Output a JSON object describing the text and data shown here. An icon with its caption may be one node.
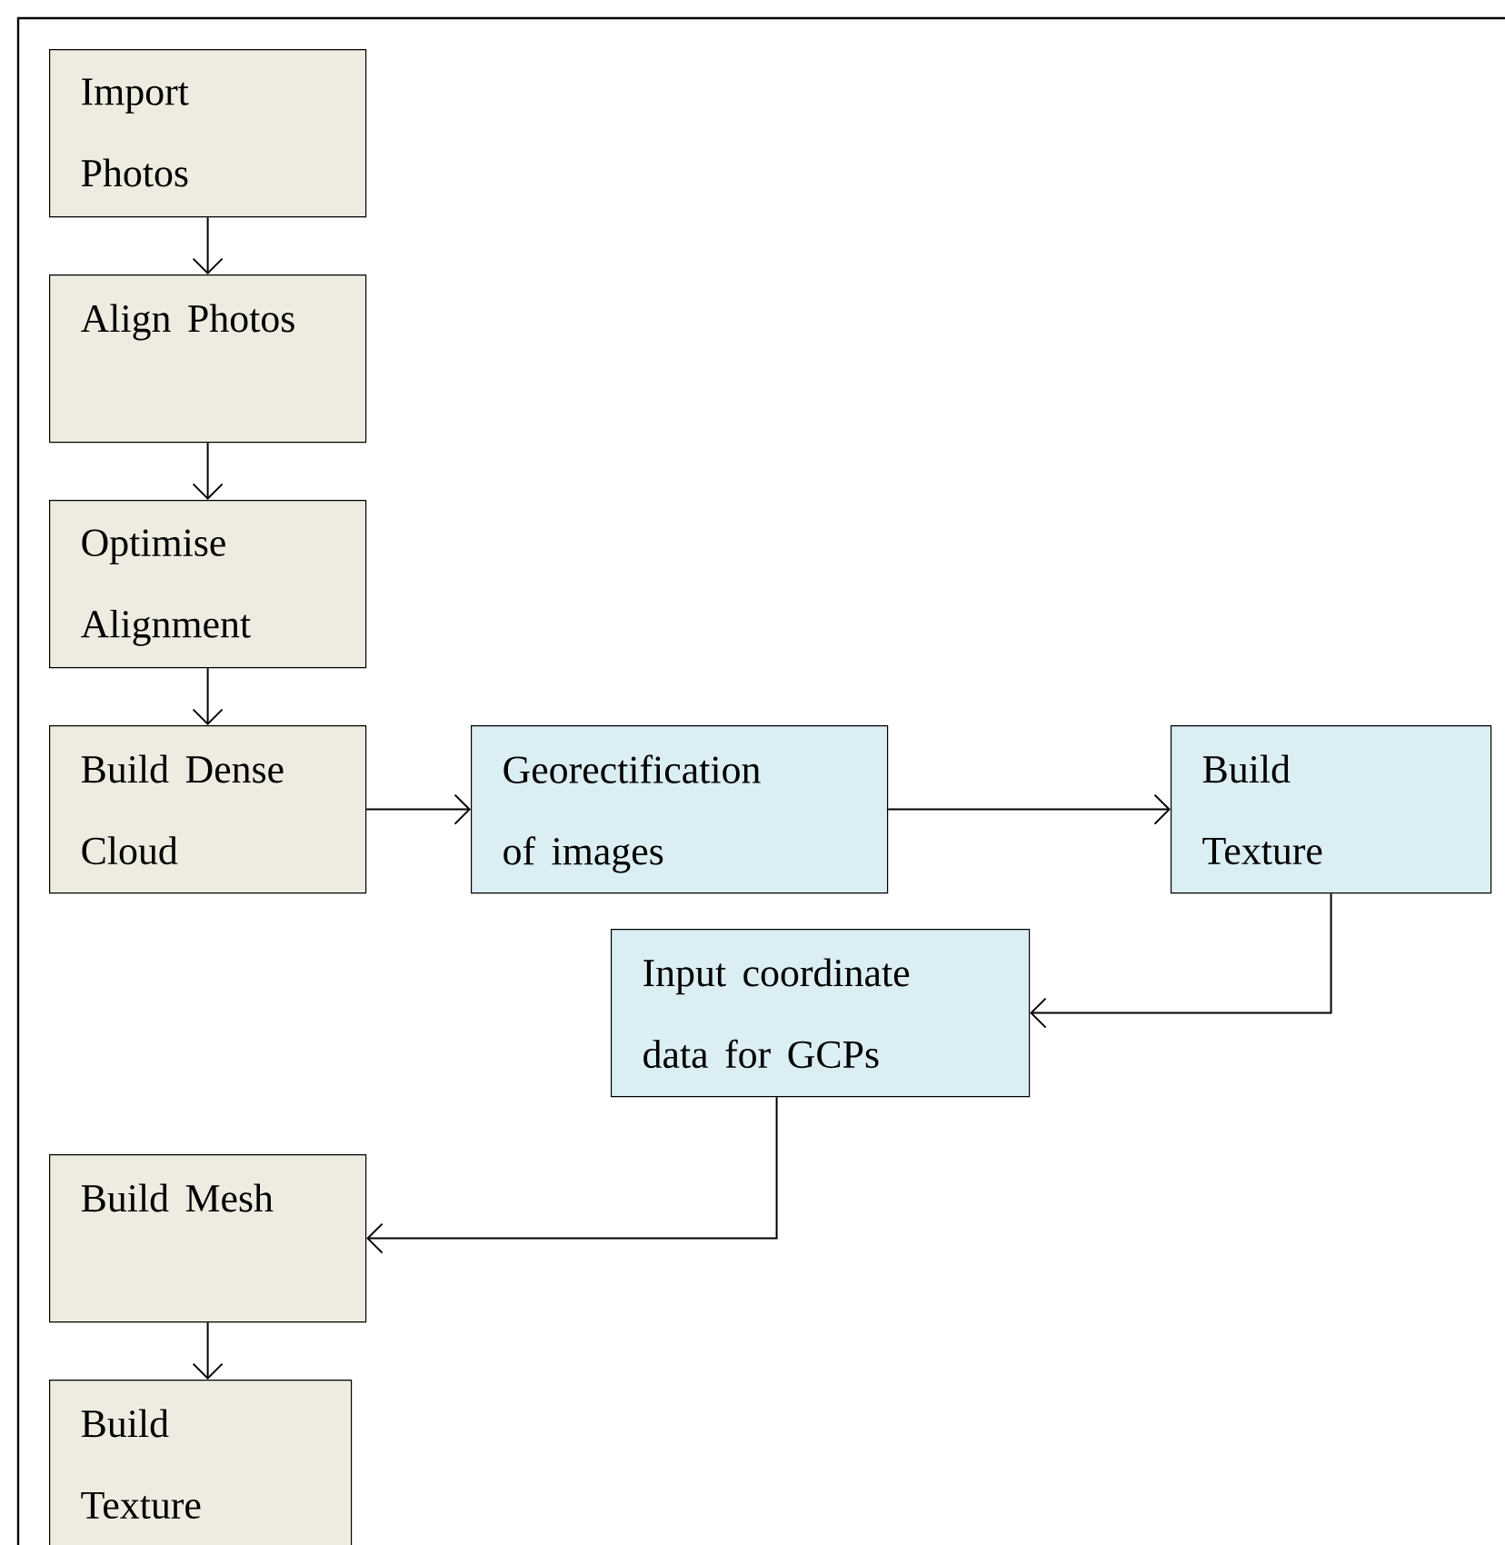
{
  "diagram": {
    "nodes": [
      {
        "text": [
          "Import Photos"
        ]
      },
      {
        "text": [
          "Align Photos"
        ]
      },
      {
        "text": [
          "Optimise Alignment"
        ]
      },
      {
        "text": [
          "Build Dense Cloud"
        ]
      },
      {
        "text": [
          "Georectification of images"
        ]
      },
      {
        "text": [
          "Build Texture"
        ]
      },
      {
        "text": [
          "Input coordinate data for GCPs"
        ]
      },
      {
        "text": [
          "Build Mesh"
        ]
      },
      {
        "text": [
          "Build Texture"
        ]
      }
    ],
    "edges": [
      {
        "from": 0,
        "to": 1,
        "arrow": "to"
      },
      {
        "from": 1,
        "to": 2,
        "arrow": "to"
      },
      {
        "from": 2,
        "to": 3,
        "arrow": "to"
      },
      {
        "from": 3,
        "to": 4,
        "arrow": "to"
      },
      {
        "from": 4,
        "to": 5,
        "arrow": "to"
      },
      {
        "from": 5,
        "to": 6,
        "arrow": "to"
      },
      {
        "from": 6,
        "to": 7,
        "arrow": "to"
      },
      {
        "from": 7,
        "to": 8,
        "arrow": "to"
      }
    ]
  }
}
